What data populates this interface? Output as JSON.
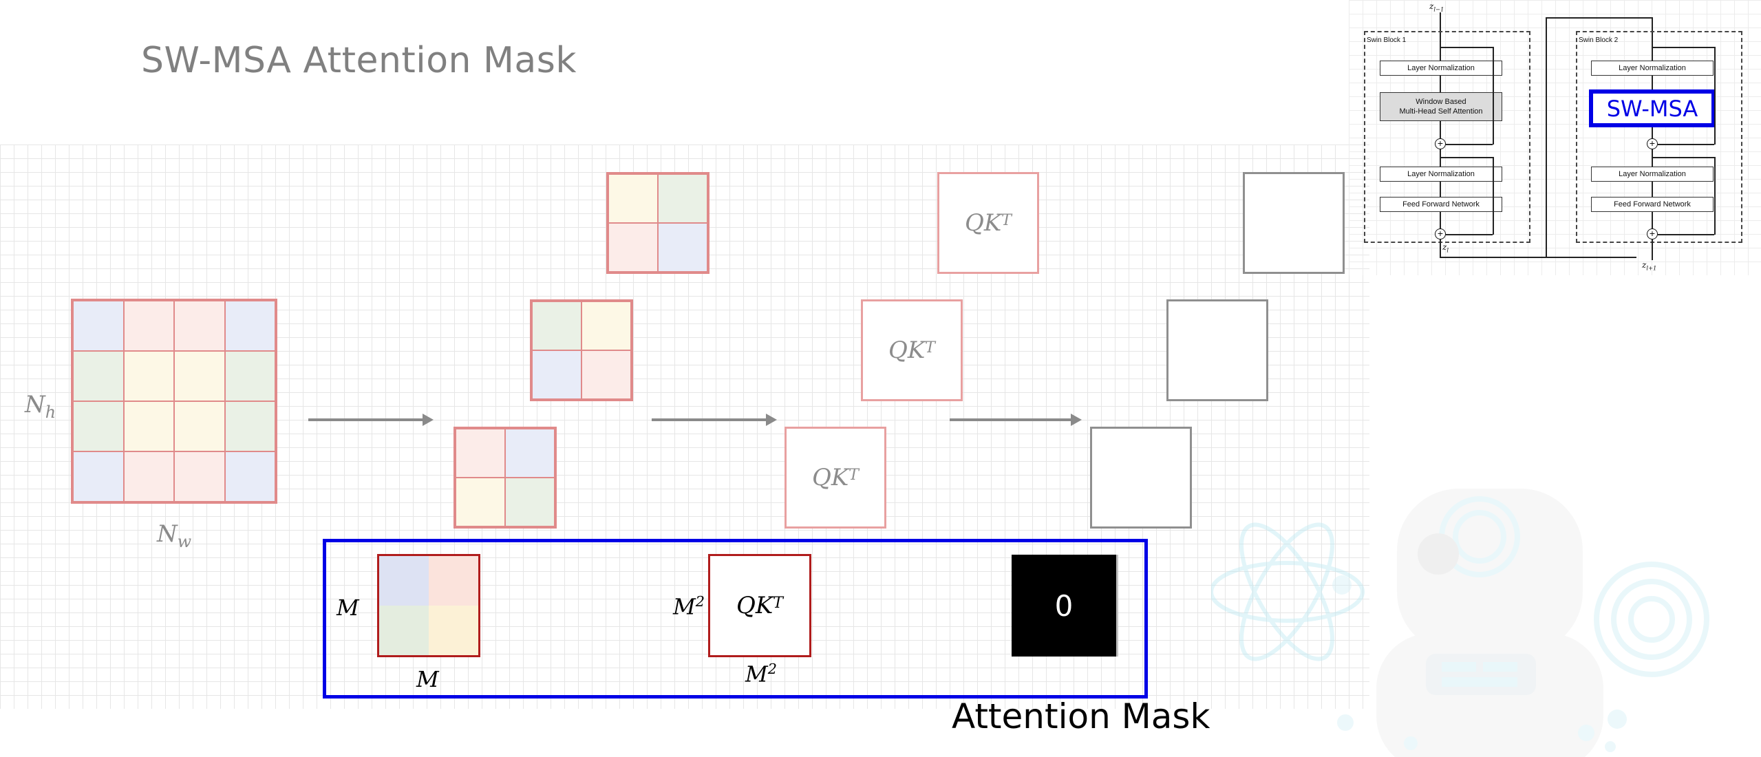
{
  "title": "SW-MSA Attention Mask",
  "labels": {
    "nh_base": "N",
    "nh_sub": "h",
    "nw_base": "N",
    "nw_sub": "w",
    "qk_base": "QK",
    "qk_sup": "T",
    "m": "M",
    "m_sq_base": "M",
    "m_sq_sup": "2",
    "zero": "0",
    "attention_mask": "Attention Mask"
  },
  "swin_diagram": {
    "block1_title": "Swin Block 1",
    "block2_title": "Swin Block 2",
    "layer_norm": "Layer Normalization",
    "wmsa_line1": "Window Based",
    "wmsa_line2": "Multi-Head Self Attention",
    "ffn": "Feed Forward Network",
    "sw_msa": "SW-MSA",
    "z_in_base": "z",
    "z_in_sub": "l−1",
    "z_mid_base": "z",
    "z_mid_sub": "l",
    "z_out_base": "z",
    "z_out_sub": "l+1"
  },
  "colors": {
    "frame_blue": "#0000e6",
    "matrix_border": "#e08a8a",
    "mask_border": "#b01c1c"
  }
}
